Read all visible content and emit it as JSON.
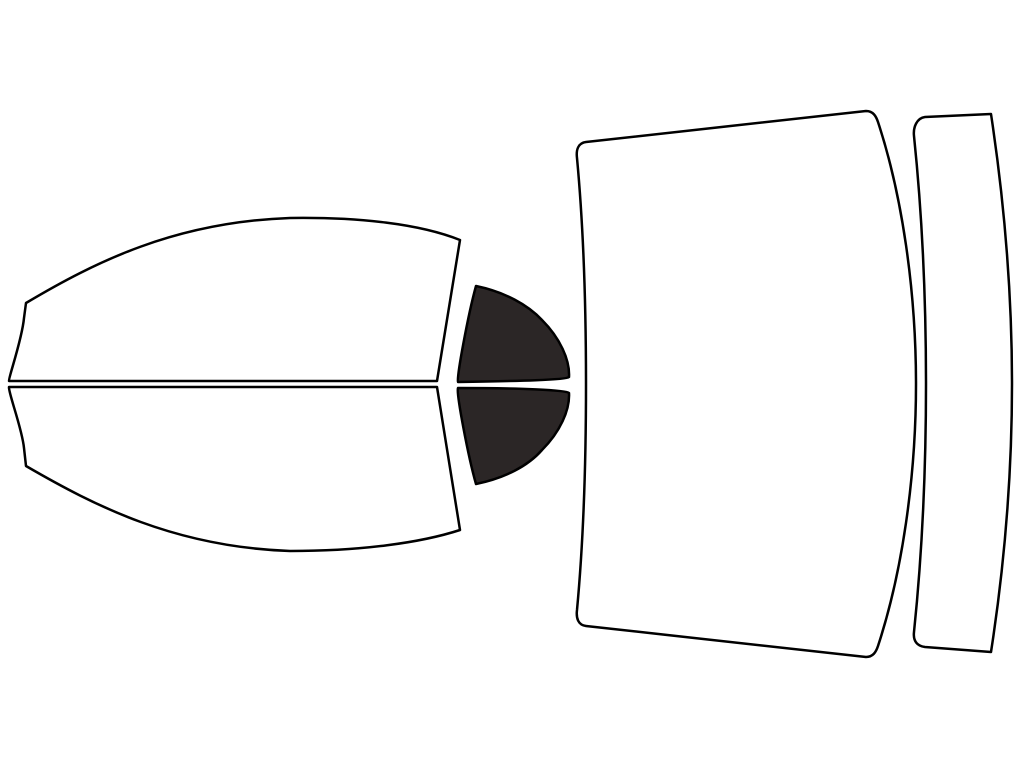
{
  "diagram": {
    "colors": {
      "background": "#ffffff",
      "outline": "#000000",
      "clear_pane": "#ffffff",
      "tinted_pane": "#2b2626"
    },
    "panes": [
      {
        "name": "front-door-window-top",
        "fill": "clear"
      },
      {
        "name": "front-door-window-bottom",
        "fill": "clear"
      },
      {
        "name": "rear-quarter-window-top",
        "fill": "tinted"
      },
      {
        "name": "rear-quarter-window-bottom",
        "fill": "tinted"
      },
      {
        "name": "rear-windshield",
        "fill": "clear"
      },
      {
        "name": "rear-windshield-strip",
        "fill": "clear"
      }
    ]
  }
}
